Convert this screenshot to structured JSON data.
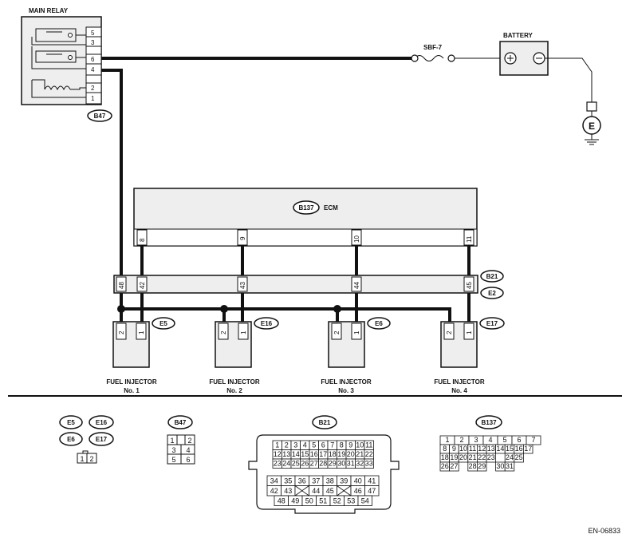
{
  "main_relay": {
    "title": "MAIN RELAY",
    "pins": [
      "5",
      "3",
      "6",
      "4",
      "2",
      "1"
    ],
    "connector": "B47"
  },
  "fuse": {
    "label": "SBF-7"
  },
  "battery": {
    "label": "BATTERY",
    "ground_symbol": "E"
  },
  "ecm": {
    "connector": "B137",
    "label": "ECM",
    "pins": [
      "8",
      "9",
      "10",
      "11"
    ]
  },
  "harness": {
    "connector_upper": "B21",
    "connector_lower": "E2",
    "pins": [
      "48",
      "42",
      "43",
      "44",
      "45"
    ]
  },
  "injectors": [
    {
      "name": "FUEL INJECTOR",
      "number": "No. 1",
      "connector": "E5",
      "pins": [
        "2",
        "1"
      ]
    },
    {
      "name": "FUEL INJECTOR",
      "number": "No. 2",
      "connector": "E16",
      "pins": [
        "2",
        "1"
      ]
    },
    {
      "name": "FUEL INJECTOR",
      "number": "No. 3",
      "connector": "E6",
      "pins": [
        "2",
        "1"
      ]
    },
    {
      "name": "FUEL INJECTOR",
      "number": "No. 4",
      "connector": "E17",
      "pins": [
        "2",
        "1"
      ]
    }
  ],
  "connector_views": {
    "injector_group": {
      "tags": [
        "E5",
        "E16",
        "E6",
        "E17"
      ],
      "pins": [
        "1",
        "2"
      ]
    },
    "b47": {
      "tag": "B47",
      "rows": [
        [
          "1",
          "",
          "2"
        ],
        [
          "3",
          "4"
        ],
        [
          "5",
          "6"
        ]
      ]
    },
    "b21": {
      "tag": "B21",
      "upper_rows": [
        [
          "1",
          "2",
          "3",
          "4",
          "5",
          "6",
          "7",
          "8",
          "9",
          "10",
          "11"
        ],
        [
          "12",
          "13",
          "14",
          "15",
          "16",
          "17",
          "18",
          "19",
          "20",
          "21",
          "22"
        ],
        [
          "23",
          "24",
          "25",
          "26",
          "27",
          "28",
          "29",
          "30",
          "31",
          "32",
          "33"
        ]
      ],
      "lower_rows": [
        [
          "34",
          "35",
          "36",
          "37",
          "38",
          "39",
          "40",
          "41"
        ],
        [
          "42",
          "43",
          "",
          "44",
          "45",
          "",
          "46",
          "47"
        ],
        [
          "48",
          "49",
          "50",
          "51",
          "52",
          "53",
          "54"
        ]
      ]
    },
    "b137": {
      "tag": "B137",
      "rows": [
        [
          "1",
          "2",
          "3",
          "4",
          "5",
          "6",
          "7"
        ],
        [
          "8",
          "9",
          "10",
          "11",
          "12",
          "13",
          "14",
          "15",
          "16",
          "17"
        ],
        [
          "18",
          "19",
          "20",
          "21",
          "22",
          "23",
          "",
          "24",
          "25"
        ],
        [
          "26",
          "27",
          "",
          "28",
          "29",
          "",
          "30",
          "31"
        ]
      ]
    }
  },
  "figure_code": "EN-06833"
}
